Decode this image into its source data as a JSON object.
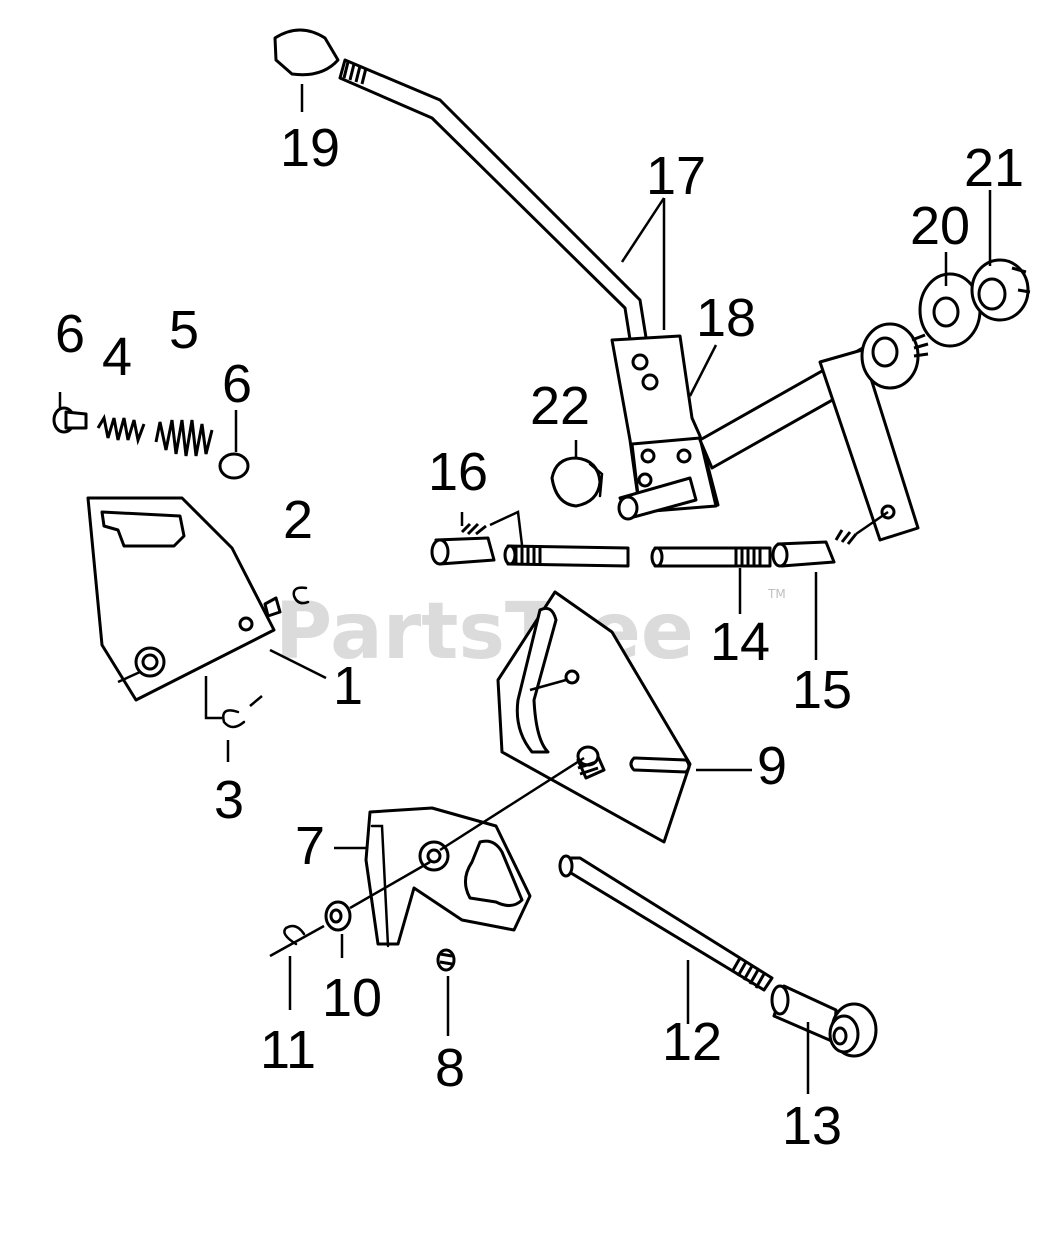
{
  "watermark": {
    "text": "PartsTree",
    "trademark": "TM"
  },
  "callouts": [
    "1",
    "2",
    "3",
    "4",
    "5",
    "6",
    "6",
    "7",
    "8",
    "9",
    "10",
    "11",
    "12",
    "13",
    "14",
    "15",
    "16",
    "17",
    "18",
    "19",
    "20",
    "21",
    "22"
  ]
}
